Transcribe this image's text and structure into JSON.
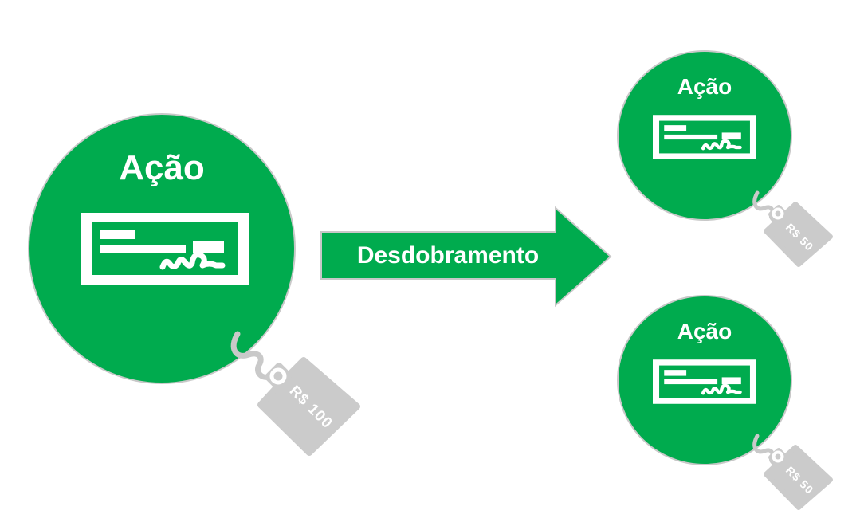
{
  "background": "#FFFFFF",
  "colors": {
    "green": "#00AB4E",
    "tag_gray": "#CBCBCB",
    "string_gray": "#C9C9C9",
    "outline_gray": "#C8C8C8",
    "text_white": "#FFFFFF"
  },
  "source_share": {
    "label": "Ação",
    "price": "R$ 100"
  },
  "arrow": {
    "label": "Desdobramento"
  },
  "result_shares": [
    {
      "label": "Ação",
      "price": "R$ 50"
    },
    {
      "label": "Ação",
      "price": "R$ 50"
    }
  ]
}
